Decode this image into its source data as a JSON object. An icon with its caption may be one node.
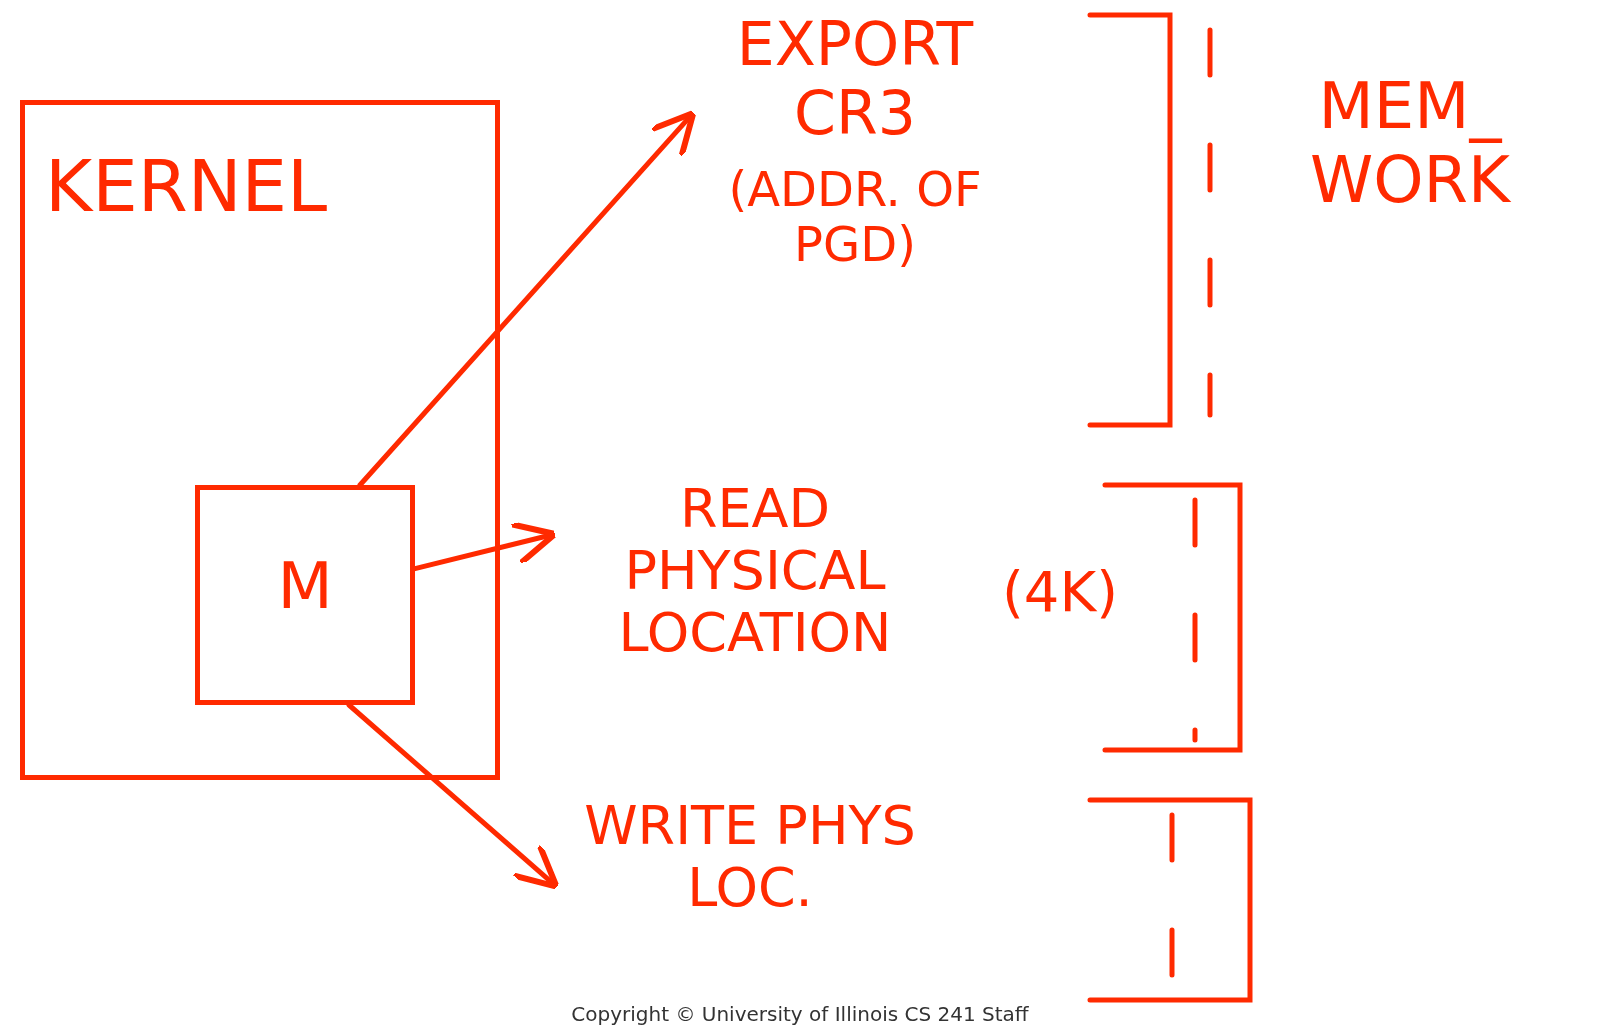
{
  "diagram": {
    "nodes": [
      {
        "text": [
          "KERNEL"
        ]
      },
      {
        "text": [
          "M"
        ],
        "in": 0
      },
      {
        "text": [
          "EXPORT CR3",
          "(ADDR. OF PGD)"
        ]
      },
      {
        "text": [
          "READ PHYSICAL LOCATION"
        ]
      },
      {
        "text": [
          "WRITE PHYS LOC."
        ]
      }
    ],
    "edges": [
      {
        "from": 1,
        "to": 2,
        "arrow": "to"
      },
      {
        "from": 1,
        "to": 3,
        "arrow": "to"
      },
      {
        "from": 1,
        "to": 4,
        "arrow": "to"
      }
    ],
    "labels": [
      "MEM_ WORK",
      "(4K)",
      "Copyright © University of Illinois CS 241 Staff"
    ]
  }
}
